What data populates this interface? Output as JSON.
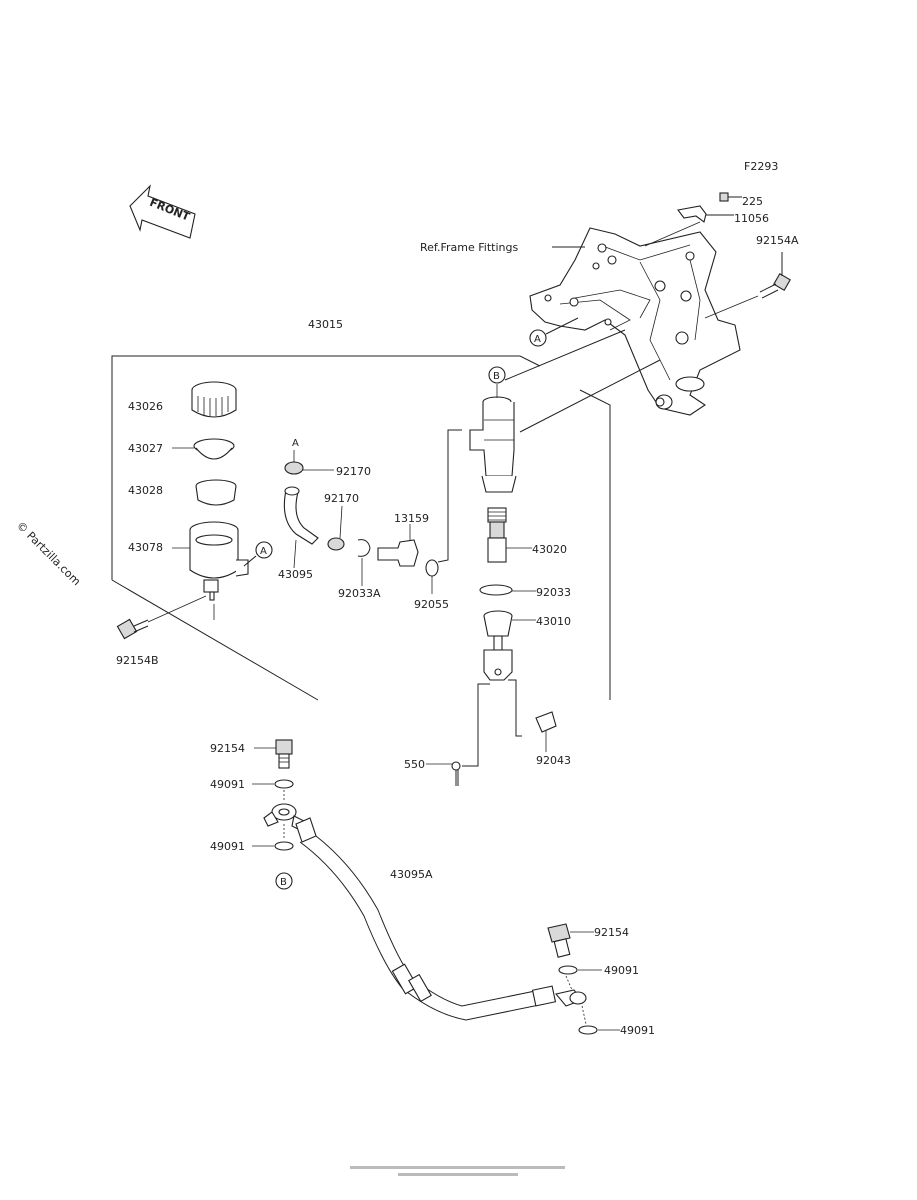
{
  "figure_code": "F2293",
  "front_label": "FRONT",
  "ref_label": "Ref.Frame Fittings",
  "assembly_label": "43015",
  "watermark": "© Partzilla.com",
  "callouts": {
    "A": "A",
    "B": "B"
  },
  "parts": {
    "p225": "225",
    "p11056": "11056",
    "p92154A": "92154A",
    "p43026": "43026",
    "p43027": "43027",
    "p43028": "43028",
    "p43078": "43078",
    "p92154B": "92154B",
    "p92170a": "92170",
    "p92170b": "92170",
    "p43095": "43095",
    "p92033A": "92033A",
    "p13159": "13159",
    "p92055": "92055",
    "p43020": "43020",
    "p92033": "92033",
    "p43010": "43010",
    "p550": "550",
    "p92043": "92043",
    "p92154_l": "92154",
    "p49091_l1": "49091",
    "p49091_l2": "49091",
    "p43095A": "43095A",
    "p92154_r": "92154",
    "p49091_r1": "49091",
    "p49091_r2": "49091"
  }
}
